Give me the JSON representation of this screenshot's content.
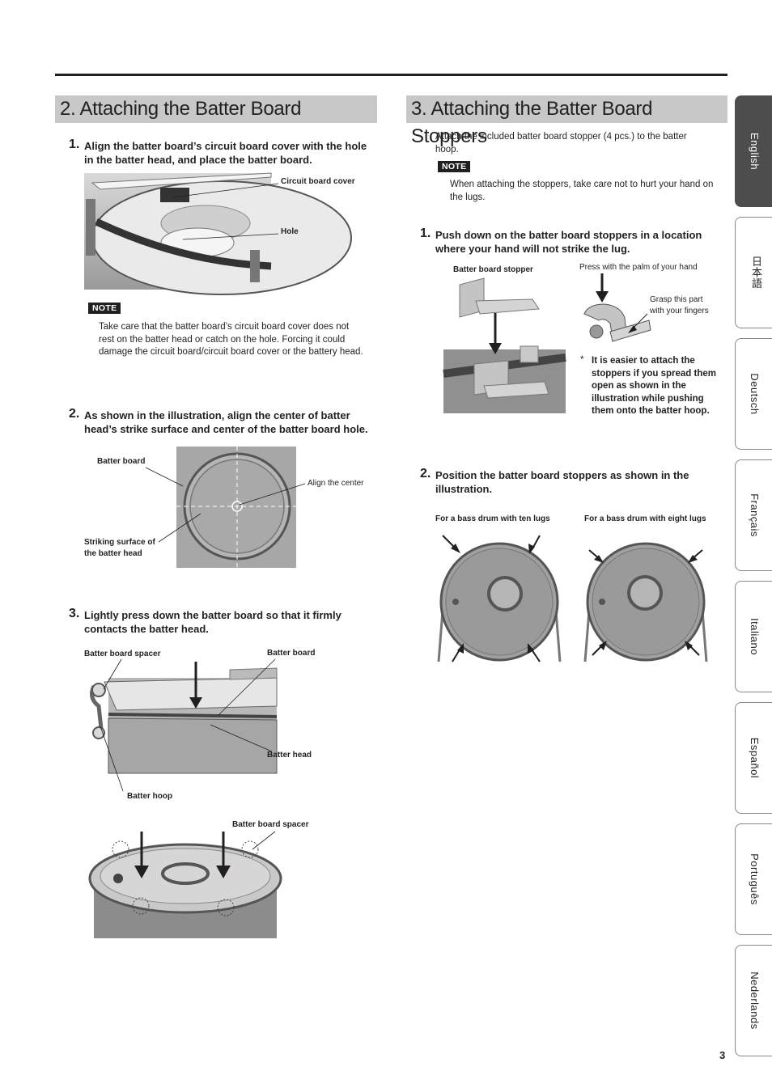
{
  "section2": {
    "title": "2.  Attaching the Batter Board",
    "step1": {
      "num": "1.",
      "text": "Align the batter board’s circuit board cover with the hole in the batter head, and place the batter board."
    },
    "fig1": {
      "label_cover": "Circuit board cover",
      "label_hole": "Hole"
    },
    "note": {
      "badge": "NOTE",
      "text": "Take care that the batter board’s circuit board cover does not rest on the batter head or catch on the hole. Forcing it could damage the circuit board/circuit board cover or the battery head."
    },
    "step2": {
      "num": "2.",
      "text": "As shown in the illustration, align the center of batter head’s strike surface and center of the batter board hole."
    },
    "fig2": {
      "label_board": "Batter board",
      "label_align": "Align the center",
      "label_striking_1": "Striking surface of",
      "label_striking_2": "the batter head"
    },
    "step3": {
      "num": "3.",
      "text": "Lightly press down the batter board so that it firmly contacts the batter head."
    },
    "fig3": {
      "label_spacer": "Batter board spacer",
      "label_board": "Batter board",
      "label_head": "Batter head",
      "label_hoop": "Batter hoop"
    },
    "fig4": {
      "label_spacer": "Batter board spacer"
    }
  },
  "section3": {
    "title": "3.  Attaching the Batter Board Stoppers",
    "intro": "Attach the included batter board stopper (4 pcs.) to the batter hoop.",
    "note": {
      "badge": "NOTE",
      "text": "When attaching the stoppers, take care not to hurt your hand on the lugs."
    },
    "step1": {
      "num": "1.",
      "text": "Push down on the batter board stoppers in a location where your hand will not strike the lug."
    },
    "fig1": {
      "label_stopper": "Batter board stopper",
      "label_palm": "Press with the palm of your hand",
      "label_grasp_1": "Grasp this part",
      "label_grasp_2": "with your fingers"
    },
    "tip": {
      "mark": "*",
      "text": "It is easier to attach the stoppers if you spread them open as shown in the illustration while pushing them onto the batter hoop."
    },
    "step2": {
      "num": "2.",
      "text": "Position the batter board stoppers as shown in the illustration."
    },
    "fig2": {
      "label_ten": "For a bass drum with ten lugs",
      "label_eight": "For a bass drum with eight lugs"
    }
  },
  "tabs": [
    {
      "label": "English",
      "active": true
    },
    {
      "label": "日本語",
      "active": false
    },
    {
      "label": "Deutsch",
      "active": false
    },
    {
      "label": "Français",
      "active": false
    },
    {
      "label": "Italiano",
      "active": false
    },
    {
      "label": "Español",
      "active": false
    },
    {
      "label": "Português",
      "active": false
    },
    {
      "label": "Nederlands",
      "active": false
    }
  ],
  "page_number": "3"
}
